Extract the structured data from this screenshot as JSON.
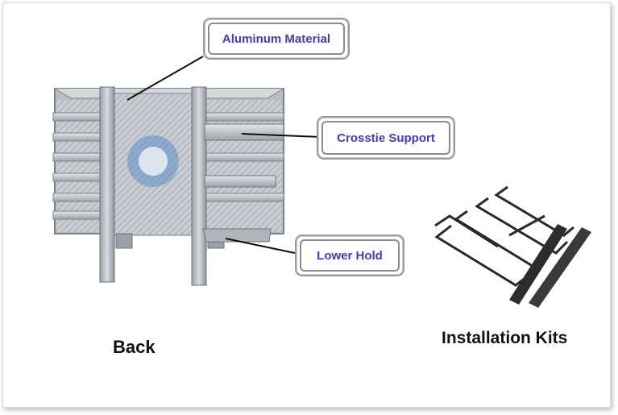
{
  "callouts": {
    "aluminum": "Aluminum Material",
    "crosstie": "Crosstie Support",
    "lower": "Lower Hold"
  },
  "captions": {
    "back": "Back",
    "kits": "Installation Kits"
  }
}
